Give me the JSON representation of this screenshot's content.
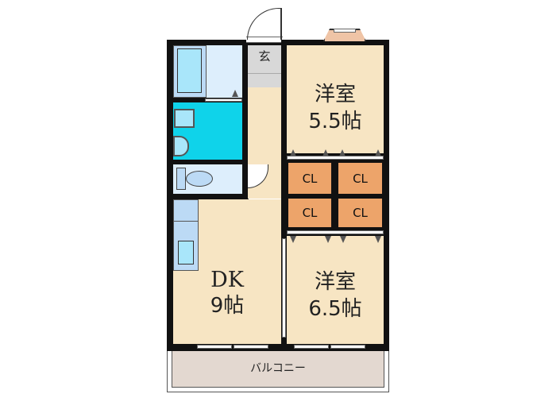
{
  "floorplan": {
    "rooms": {
      "western_room_1": {
        "name": "洋室",
        "size": "5.5帖"
      },
      "western_room_2": {
        "name": "洋室",
        "size": "6.5帖"
      },
      "dk": {
        "name": "DK",
        "size": "9帖"
      },
      "entrance": {
        "name": "玄"
      },
      "balcony": {
        "name": "バルコニー"
      }
    },
    "closets": [
      "CL",
      "CL",
      "CL",
      "CL"
    ],
    "colors": {
      "wall": "#111111",
      "floor": "#f7e5c3",
      "bath": "#ddeefc",
      "washroom": "#0fd3ea",
      "closet": "#eda46a",
      "entrance": "#d8d8d8",
      "balcony": "#e3d8d0",
      "bay_window": "#efc4a6"
    }
  }
}
